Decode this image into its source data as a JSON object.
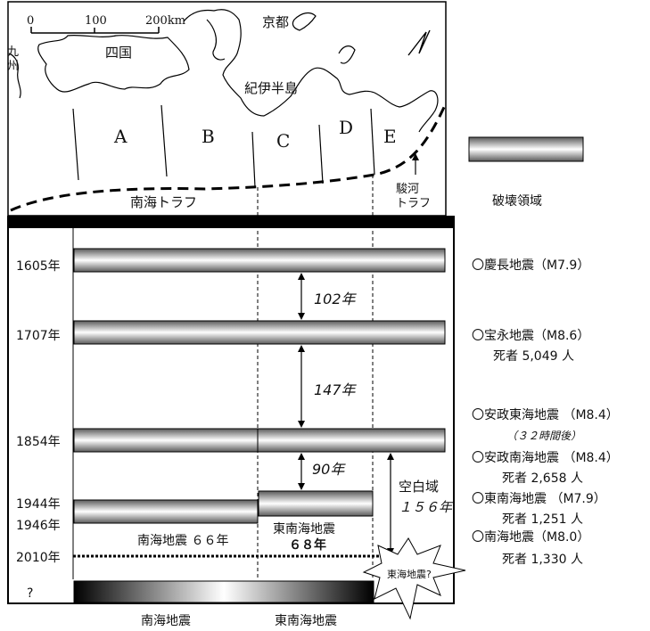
{
  "map": {
    "scale_labels": [
      "0",
      "100",
      "200km"
    ],
    "region_labels": {
      "kyushu": "九州",
      "shikoku": "四国",
      "kyoto": "京都",
      "kii": "紀伊半島",
      "nankai_trough": "南海トラフ",
      "suruga_trough_line1": "駿河",
      "suruga_trough_line2": "トラフ"
    },
    "segments": [
      "A",
      "B",
      "C",
      "D",
      "E"
    ]
  },
  "legend": {
    "rupture_zone": "破壊領域"
  },
  "timeline": {
    "years": [
      "1605年",
      "1707年",
      "1854年",
      "1944年",
      "1946年",
      "2010年",
      "?"
    ],
    "intervals": [
      "102年",
      "147年",
      "90年"
    ],
    "gap_label_line1": "空白域",
    "gap_label_line2": "１５６年",
    "nankai_elapsed": "南海地震 ６６年",
    "tonankai_label": "東南海地震",
    "tonankai_elapsed": "６８年",
    "tokai_burst": "東海地震?",
    "bottom_labels": [
      "南海地震",
      "東南海地震"
    ]
  },
  "events": [
    {
      "name": "〇慶長地震（M7.9）",
      "note": ""
    },
    {
      "name": "〇宝永地震（M8.6）",
      "note": "死者 5,049 人"
    },
    {
      "name": "〇安政東海地震 （M8.4）",
      "note": "（３２時間後）"
    },
    {
      "name": "〇安政南海地震 （M8.4）",
      "note": "死者 2,658 人"
    },
    {
      "name": "〇東南海地震 （M7.9）",
      "note": "死者 1,251 人"
    },
    {
      "name": "〇南海地震（M8.0）",
      "note": "死者 1,330 人"
    }
  ]
}
